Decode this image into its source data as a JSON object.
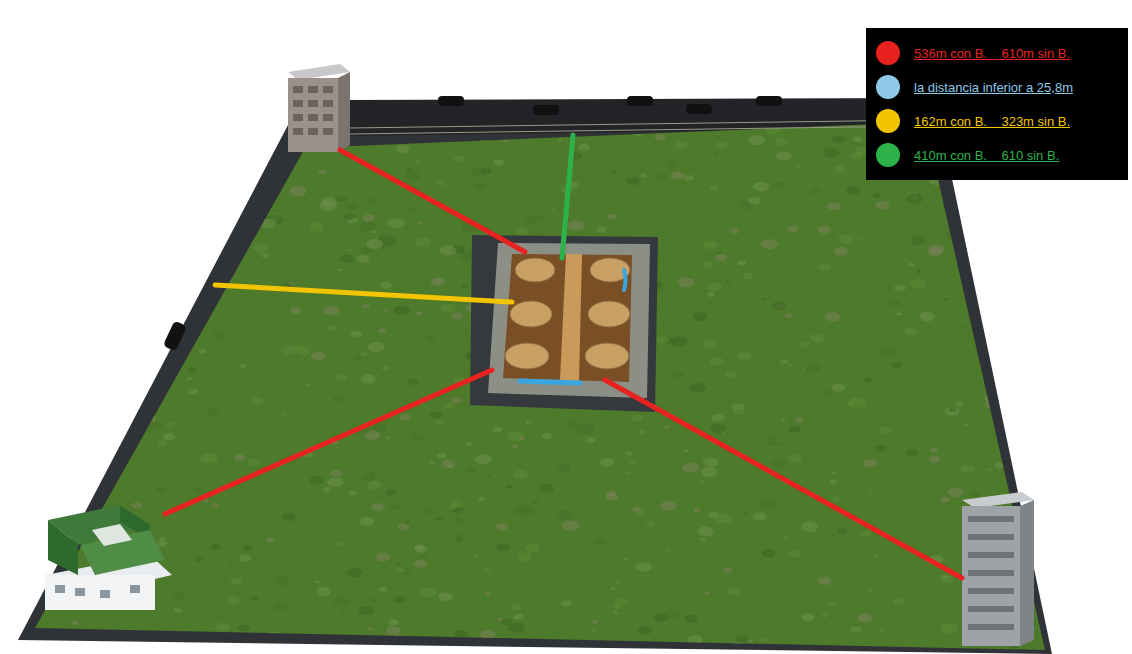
{
  "diagram": {
    "legend": [
      {
        "text": "536m con B.    610m sin B.",
        "color": "#e8231f"
      },
      {
        "text": "la distancia inferior a 25,8m",
        "color": "#8ec9e8"
      },
      {
        "text": "162m con B.    323m sin B.",
        "color": "#f5c400"
      },
      {
        "text": "410m con B.    610 sin B.",
        "color": "#2bb34a"
      }
    ]
  }
}
